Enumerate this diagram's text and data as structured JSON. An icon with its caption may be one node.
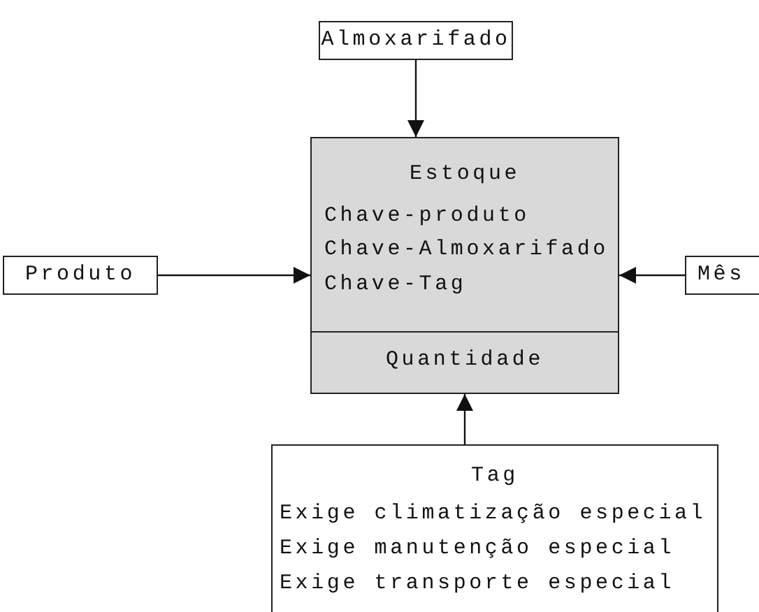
{
  "diagram": {
    "nodes": [
      {
        "text": [
          "Almoxarifado"
        ]
      },
      {
        "text": [
          "Produto"
        ]
      },
      {
        "text": [
          "Estoque",
          "Chave-produto",
          "Chave-Almoxarifado",
          "Chave-Tag",
          "Quantidade"
        ]
      },
      {
        "text": [
          "Mês"
        ]
      },
      {
        "text": [
          "Tag",
          "Exige climatização especial",
          "Exige manutenção especial",
          "Exige transporte especial"
        ]
      }
    ],
    "edges": [
      {
        "from": 0,
        "to": 2,
        "arrow": "to"
      },
      {
        "from": 1,
        "to": 2,
        "arrow": "to"
      },
      {
        "from": 3,
        "to": 2,
        "arrow": "to"
      },
      {
        "from": 4,
        "to": 2,
        "arrow": "to"
      }
    ]
  }
}
